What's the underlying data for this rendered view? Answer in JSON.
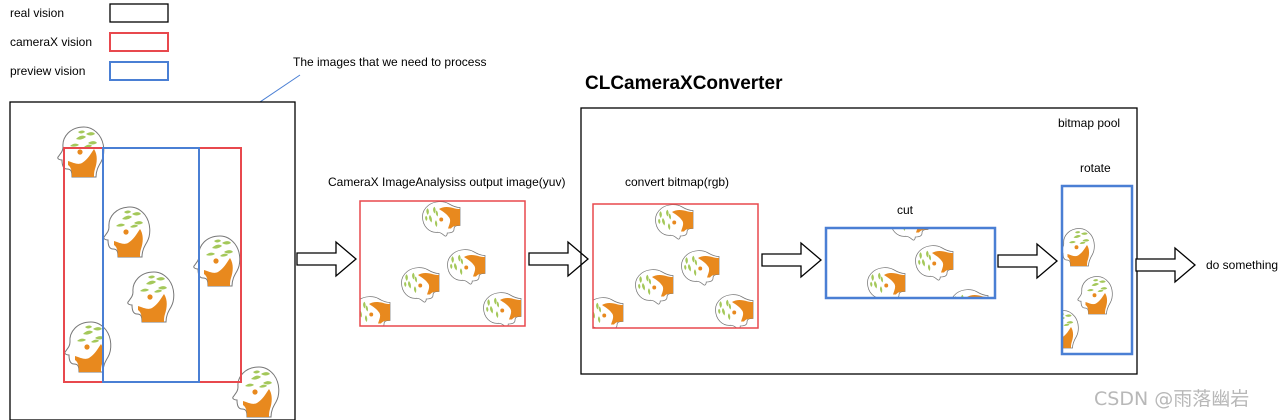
{
  "legend": {
    "real": "real vision",
    "camerax": "cameraX vision",
    "preview": "preview vision"
  },
  "annotation": "The images that we need to process",
  "converter_title": "CLCameraXConverter",
  "labels": {
    "analysis_output": "CameraX ImageAnalysiss output image(yuv)",
    "convert": "convert bitmap(rgb)",
    "cut": "cut",
    "rotate": "rotate",
    "bitmap_pool": "bitmap pool",
    "do_something": "do something"
  },
  "watermark": "CSDN @雨落幽岩",
  "colors": {
    "real": "#000000",
    "camerax": "#e8484d",
    "preview": "#4a7fd4",
    "annotation_arrow": "#4a7fd4",
    "icon_orange": "#e8891e",
    "icon_green": "#a4c85a"
  }
}
